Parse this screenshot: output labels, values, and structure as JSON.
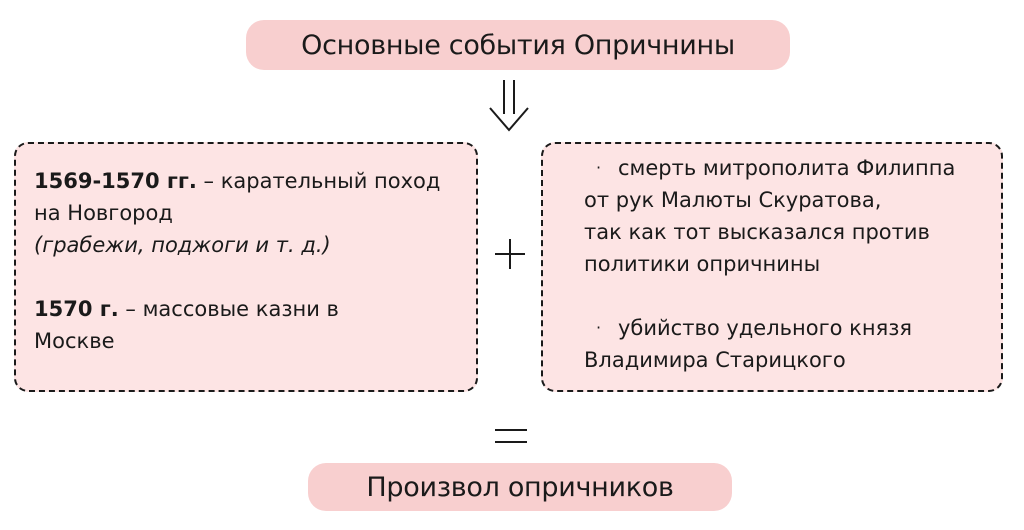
{
  "title": "Основные события Опричнины",
  "left_box": {
    "event1_date": "1569-1570 гг.",
    "event1_text": " – карательный поход",
    "event1_text2": "на Новгород",
    "event1_note": "(грабежи, поджоги и т. д.)",
    "event2_date": "1570 г.",
    "event2_text": " – массовые казни в",
    "event2_text2": "Москве"
  },
  "right_box": {
    "bullet_symbol": "·",
    "item1_lines": [
      "смерть митрополита Филиппа",
      "от рук Малюты Скуратова,",
      "так как тот высказался против",
      "политики опричнины"
    ],
    "item2_lines": [
      "убийство удельного князя",
      "Владимира Старицкого"
    ]
  },
  "operators": {
    "arrow_icon": "double-down-arrow-icon",
    "plus_icon": "plus-icon",
    "equals_icon": "equals-icon"
  },
  "result": "Произвол опричников",
  "colors": {
    "pill_fill": "#f8cfcf",
    "box_fill": "#fde4e4",
    "stroke": "#1a1a1a"
  }
}
